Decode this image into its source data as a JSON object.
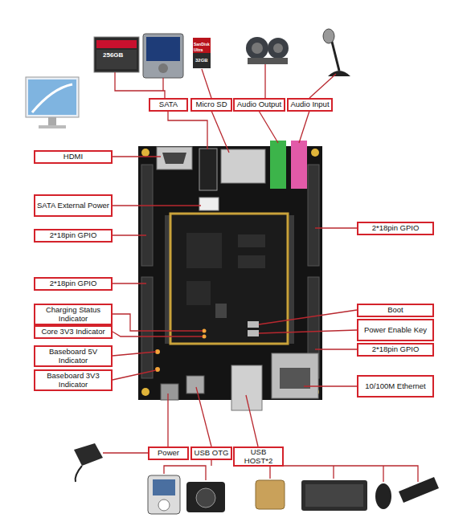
{
  "diagram": {
    "nodes": [
      {
        "text": [
          "SATA"
        ]
      },
      {
        "text": [
          "Micro SD"
        ]
      },
      {
        "text": [
          "Audio Output"
        ]
      },
      {
        "text": [
          "Audio Input"
        ]
      },
      {
        "text": [
          "HDMI"
        ]
      },
      {
        "text": [
          "SATA External Power"
        ]
      },
      {
        "text": [
          "2*18pin GPIO"
        ]
      },
      {
        "text": [
          "2*18pin GPIO"
        ]
      },
      {
        "text": [
          "2*18pin GPIO"
        ]
      },
      {
        "text": [
          "Boot"
        ]
      },
      {
        "text": [
          "Charging Status Indicator"
        ]
      },
      {
        "text": [
          "Power Enable Key"
        ]
      },
      {
        "text": [
          "Core 3V3 Indicator"
        ]
      },
      {
        "text": [
          "2*18pin GPIO"
        ]
      },
      {
        "text": [
          "Baseboard 5V Indicator"
        ]
      },
      {
        "text": [
          "Baseboard 3V3 Indicator"
        ]
      },
      {
        "text": [
          "10/100M Ethernet"
        ]
      },
      {
        "text": [
          "Power"
        ]
      },
      {
        "text": [
          "USB OTG"
        ]
      },
      {
        "text": [
          "USB HOST*2"
        ]
      }
    ],
    "labels": [
      "256GB",
      "SanDisk",
      "Ultra",
      "32GB"
    ]
  }
}
